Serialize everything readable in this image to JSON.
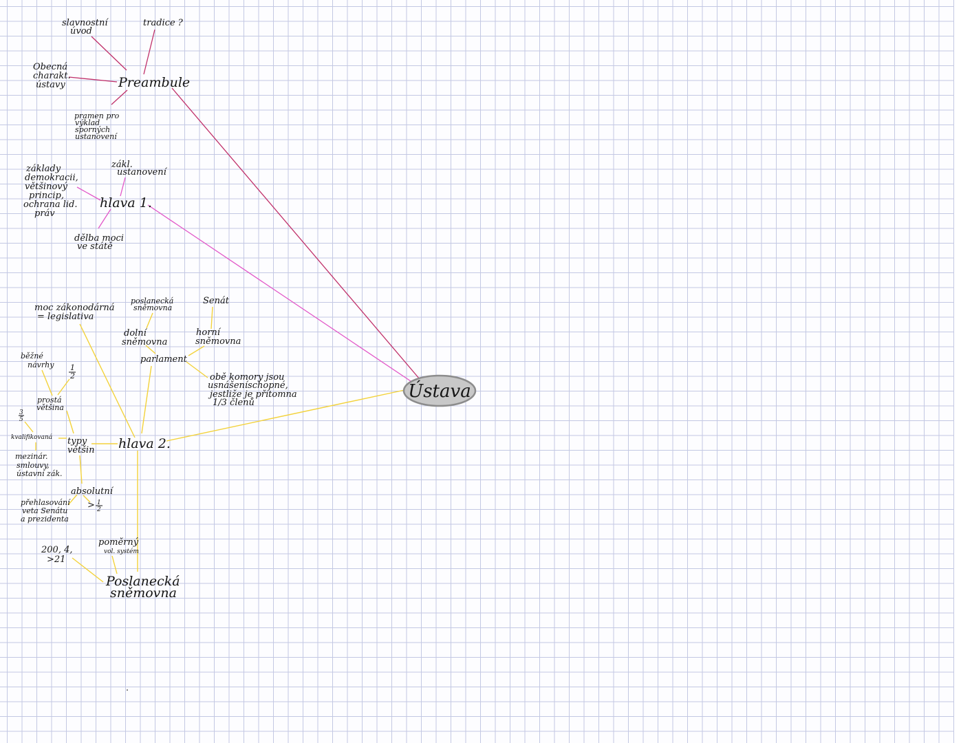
{
  "center": {
    "label": "Ústava",
    "fill": "#c8c8c8",
    "stroke": "#8c8c8c"
  },
  "colors": {
    "preambule": "#c0306a",
    "hlava1": "#e257c8",
    "hlava2": "#f3d23a"
  },
  "preambule": {
    "label": "Preambule",
    "slavnostni": [
      "slavnostní",
      "úvod"
    ],
    "tradice": "tradice ?",
    "obecna": [
      "Obecná",
      "charakt.",
      "ústavy"
    ],
    "pramen": [
      "pramen pro",
      "výklad",
      "sporných",
      "ustanovení"
    ]
  },
  "hlava1": {
    "label": "hlava 1.",
    "zakl_ustanoveni": [
      "zákl.",
      "ustanovení"
    ],
    "zaklady": [
      "základy",
      "demokracii,",
      "většinový",
      "princip,",
      "ochrana lid.",
      "práv"
    ],
    "delba": [
      "dělba moci",
      "ve státě"
    ]
  },
  "hlava2": {
    "label": "hlava 2.",
    "moc": [
      "moc zákonodárná",
      "= legislativa"
    ],
    "poslanecka_top": [
      "poslanecká",
      "sněmovna"
    ],
    "senat": "Senát",
    "dolni": [
      "dolní",
      "sněmovna"
    ],
    "horni": [
      "horní",
      "sněmovna"
    ],
    "parlament": "parlament",
    "obe": [
      "obě komory jsou",
      "usnášeníschopné,",
      "jestliže je přítomna",
      "1/3 členů"
    ],
    "bezne": [
      "běžné",
      "návrhy"
    ],
    "half_num": "1",
    "half_den": "2",
    "prosta": [
      "prostá",
      "většina"
    ],
    "three_num": "3",
    "three_den": "5",
    "kvalifikovana": "kvalifikovaná",
    "typy": [
      "typy",
      "většin"
    ],
    "mezinar": [
      "mezinár.",
      "smlouvy,",
      "ústavní zák."
    ],
    "absolutni": "absolutní",
    "gt": ">",
    "prehlasovani": [
      "přehlasování",
      "veta Senátu",
      "a prezidenta"
    ],
    "pomerny": [
      "poměrný",
      "vol. systém"
    ],
    "count": [
      "200, 4,",
      ">21"
    ],
    "poslanecka_bottom": [
      "Poslanecká",
      "sněmovna"
    ]
  }
}
